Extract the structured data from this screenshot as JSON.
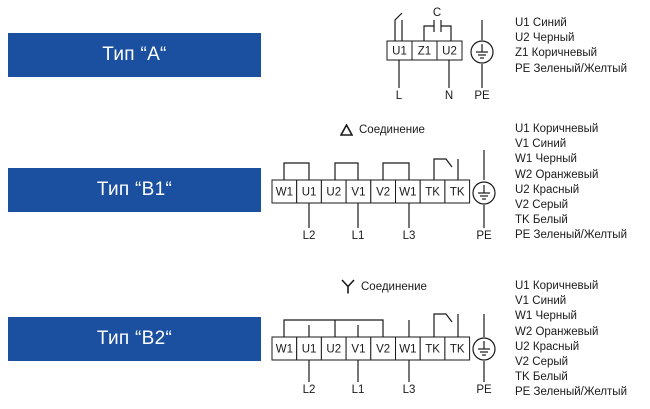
{
  "badges": {
    "a": "Тип “A“",
    "b1": "Тип “B1“",
    "b2": "Тип “B2“"
  },
  "connections": {
    "delta": "Соединение",
    "star": "Соединение"
  },
  "diagram_a": {
    "terminals": [
      "U1",
      "Z1",
      "U2"
    ],
    "capacitor": "C",
    "leads": [
      "L",
      "N",
      "PE"
    ]
  },
  "diagram_b1": {
    "terminals": [
      "W1",
      "U1",
      "U2",
      "V1",
      "V2",
      "W1",
      "TK",
      "TK"
    ],
    "leads": [
      "L2",
      "L1",
      "L3",
      "PE"
    ]
  },
  "diagram_b2": {
    "terminals": [
      "W1",
      "U1",
      "U2",
      "V1",
      "V2",
      "W1",
      "TK",
      "TK"
    ],
    "leads": [
      "L2",
      "L1",
      "L3",
      "PE"
    ]
  },
  "legend_a": [
    "U1 Синий",
    "U2 Черный",
    "Z1 Коричневый",
    "PE Зеленый/Желтый"
  ],
  "legend_b1": [
    "U1 Коричневый",
    "V1 Синий",
    "W1 Черный",
    "W2 Оранжевый",
    "U2 Красный",
    "V2 Серый",
    "TK Белый",
    "PE Зеленый/Желтый"
  ],
  "legend_b2": [
    "U1 Коричневый",
    "V1 Синий",
    "W1 Черный",
    "W2 Оранжевый",
    "U2 Красный",
    "V2 Серый",
    "TK Белый",
    "PE Зеленый/Желтый"
  ],
  "colors": {
    "badge_bg": "#1b4fa0",
    "badge_text": "#ffffff",
    "line": "#1a1a1a"
  }
}
